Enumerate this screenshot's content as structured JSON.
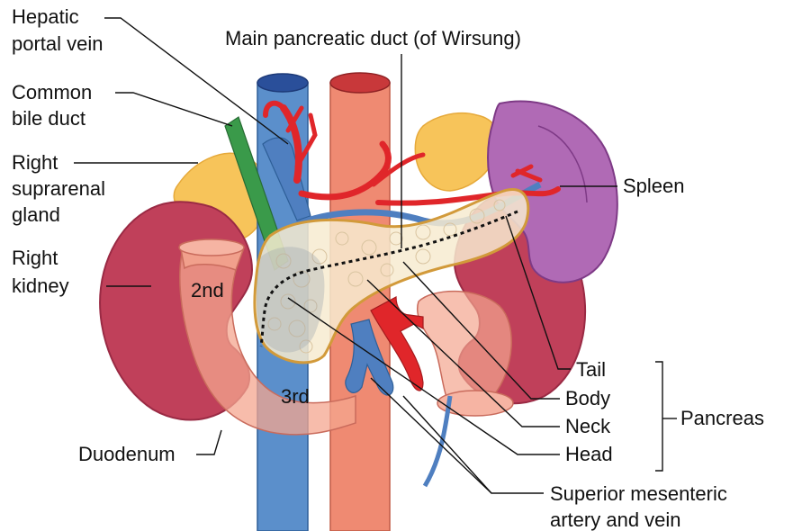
{
  "labels": {
    "hepatic_portal_vein": [
      "Hepatic",
      "portal vein"
    ],
    "main_pancreatic_duct": "Main pancreatic duct (of Wirsung)",
    "common_bile_duct": [
      "Common",
      "bile duct"
    ],
    "right_suprarenal_gland": [
      "Right",
      "suprarenal",
      "gland"
    ],
    "right_kidney": [
      "Right",
      "kidney"
    ],
    "spleen": "Spleen",
    "duodenum_2nd": "2nd",
    "duodenum_3rd": "3rd",
    "duodenum": "Duodenum",
    "tail": "Tail",
    "body": "Body",
    "neck": "Neck",
    "head": "Head",
    "pancreas": "Pancreas",
    "superior_mesenteric": [
      "Superior mesenteric",
      "artery and vein"
    ]
  },
  "colors": {
    "vein": "#5b8fcb",
    "artery": "#e8806a",
    "kidney": "#c0405a",
    "spleen": "#b06ab5",
    "adrenal": "#f7c45a",
    "duodenum": "#f4a58f",
    "pancreas": "#f7ebd0",
    "bile": "#3a9a4a",
    "red_vessel": "#e0262a"
  }
}
